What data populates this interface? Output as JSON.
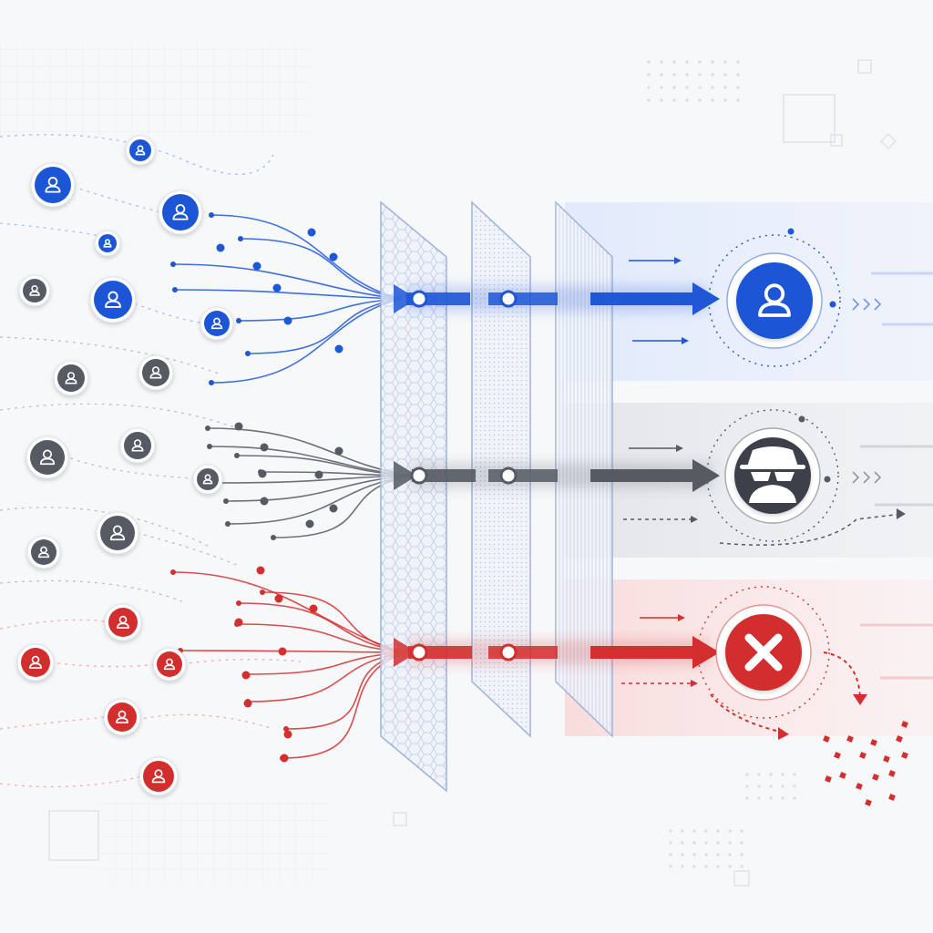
{
  "colors": {
    "background": "#f7f8fa",
    "blue": "#1f57d6",
    "blue_light": "#dfe8fb",
    "gray": "#555a63",
    "gray_light": "#e6e8ec",
    "red": "#d32f2f",
    "red_light": "#fbe3e3",
    "filter_panel": "#e9eef8",
    "filter_stroke": "#9fb2d8",
    "grid": "#e3e6ec"
  },
  "lanes": [
    {
      "key": "verified",
      "color_key": "blue",
      "outcome_icon": "user-icon",
      "outcome": "allowed"
    },
    {
      "key": "suspicious",
      "color_key": "gray",
      "outcome_icon": "spy-icon",
      "outcome": "flagged"
    },
    {
      "key": "malicious",
      "color_key": "red",
      "outcome_icon": "x-icon",
      "outcome": "blocked"
    }
  ],
  "filters": [
    {
      "name": "filter-layer-hex",
      "pattern": "hex"
    },
    {
      "name": "filter-layer-dots",
      "pattern": "dots"
    },
    {
      "name": "filter-layer-lines",
      "pattern": "lines"
    }
  ],
  "icons": {
    "user": "user-icon",
    "spy": "spy-icon",
    "block": "x-icon",
    "arrow": "arrow-right-icon"
  }
}
